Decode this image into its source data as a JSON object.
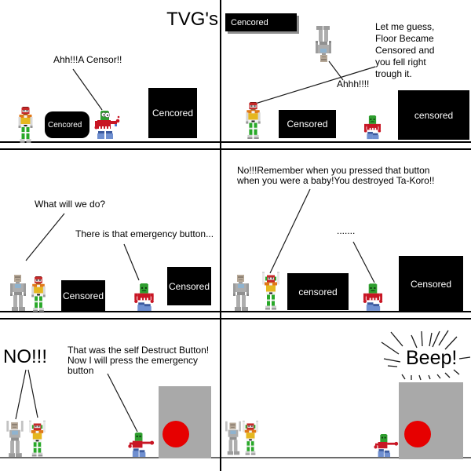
{
  "title": "TVG's",
  "colors": {
    "censor_box": "#000000",
    "censor_text": "#ffffff",
    "button_pillar_gray": "#a9a9a9",
    "button_red": "#e60000"
  },
  "panel1": {
    "speech_censor_alarm": "Ahh!!!A Censor!!",
    "censor_box_small": "Cencored",
    "censor_box_large": "Cencored"
  },
  "panel2": {
    "censor_box_top": "Cencored",
    "speech_guess_lines": [
      "Let me guess,",
      "Floor Became",
      "Censored and",
      "you fell right",
      "trough it."
    ],
    "speech_scream": "Ahhh!!!!",
    "censor_box_mid": "Censored",
    "censor_box_right": "censored"
  },
  "panel3": {
    "speech_what": "What will we do?",
    "speech_emergency": "There is that emergency button...",
    "censor_box_left": "Censored",
    "censor_box_right": "Censored"
  },
  "panel4": {
    "speech_remember_lines": [
      "No!!!Remember when you pressed that button",
      "when you were a baby!You destroyed Ta-Koro!!"
    ],
    "speech_dots": ".......",
    "censor_box_left": "censored",
    "censor_box_right": "Censored"
  },
  "panel5": {
    "speech_no": "NO!!!",
    "speech_destruct_lines": [
      "That was the self Destruct Button!",
      "Now I will press the emergency",
      "button"
    ]
  },
  "panel6": {
    "speech_beep": "Beep!"
  }
}
